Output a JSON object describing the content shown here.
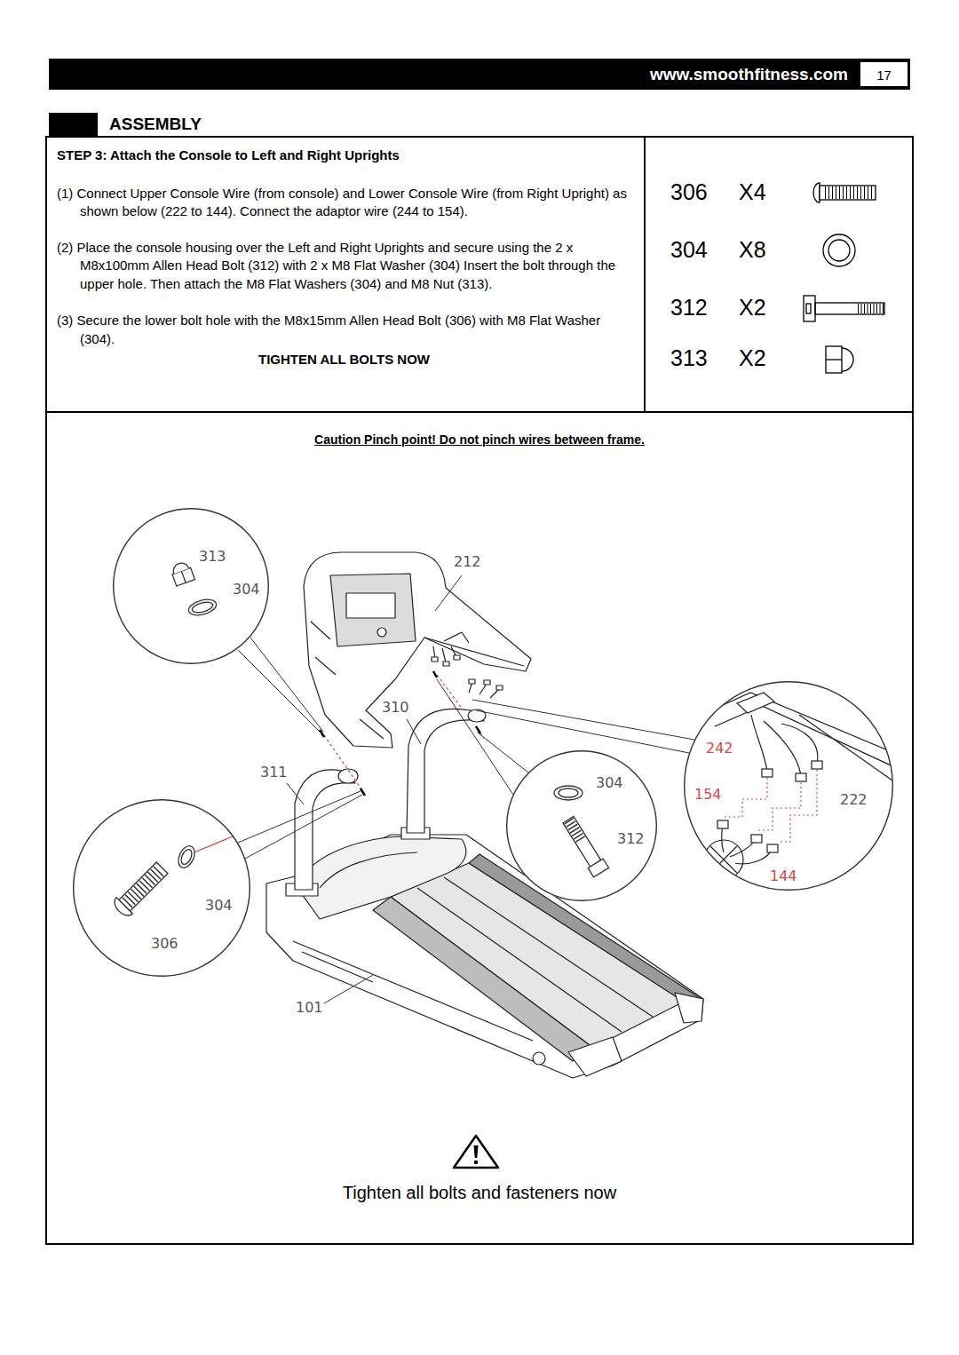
{
  "diagram": {
    "title": "ASSEMBLY",
    "nodes": [
      {
        "text": [
          "www.smoothfitness.com"
        ]
      },
      {
        "text": [
          "17"
        ],
        "in": 0
      },
      {
        "text": [
          "STEP 3: Attach the Console to Left and Right Uprights",
          "(1) Connect Upper Console Wire (from console) and Lower Console Wire (from Right Upright) as shown below (222 to 144). Connect the adaptor wire (244 to 154).",
          "(2) Place the console housing over the Left and Right Uprights and secure using the 2 x M8x100mm Allen Head Bolt (312) with 2 x M8 Flat Washer (304) Insert the bolt through the upper hole. Then attach the M8 Flat Washers (304) and M8 Nut (313).",
          "(3) Secure the lower bolt hole with the M8x15mm Allen Head Bolt (306) with M8 Flat Washer (304).",
          "TIGHTEN ALL BOLTS NOW"
        ]
      },
      {
        "text": [
          "306",
          "X4",
          "304",
          "X8",
          "312",
          "X2",
          "313",
          "X2"
        ]
      },
      {
        "text": [
          "Caution Pinch point! Do not pinch wires between frame.",
          "Tighten all bolts and fasteners now"
        ]
      },
      {
        "text": [
          "313",
          "304"
        ],
        "in": 4
      },
      {
        "text": [
          "304",
          "306"
        ],
        "in": 4
      },
      {
        "text": [
          "304",
          "312"
        ],
        "in": 4
      },
      {
        "text": [
          "242",
          "154",
          "222",
          "144"
        ],
        "in": 4
      }
    ],
    "labels": [
      "212",
      "310",
      "311",
      "101"
    ]
  }
}
